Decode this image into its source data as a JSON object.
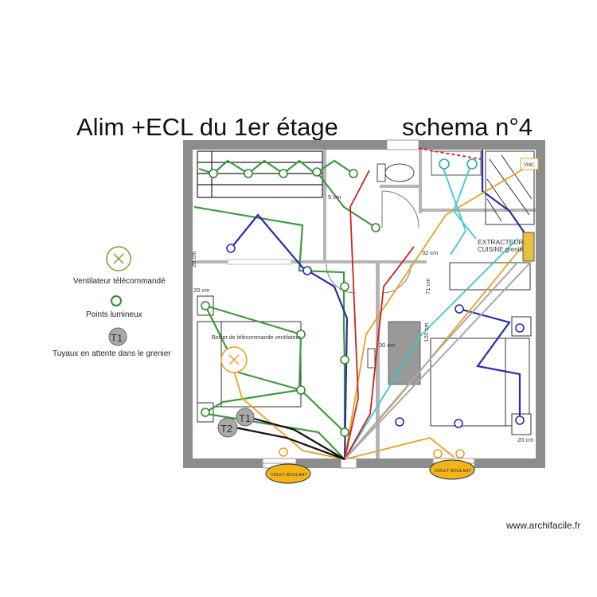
{
  "title": {
    "main": "Alim +ECL du 1er étage",
    "schema": "schema n°4"
  },
  "legend": {
    "fan_label": "Ventilateur télécommandé",
    "light_label": "Points lumineux",
    "pipe_symbol": "T1",
    "pipe_label": "Tuyaux en attente dans le grenier"
  },
  "rooms": {
    "extractor_line1": "EXTRACTEUR",
    "extractor_line2": "CUISINE grenier",
    "fan_box_label": "Boitier de télécommande ventilateur",
    "shutter_left": "VOLET ROULANT",
    "shutter_right": "VOLET ROULANT",
    "pipe_t1": "T1",
    "pipe_t2": "T2",
    "vmc_label": "VMC"
  },
  "dimensions": {
    "d_5cm": "5 cm",
    "d_20cm_left": "20 cm",
    "d_20cm_mid": "20 cm",
    "d_32cm": "32 cm",
    "d_71cm": "71 cm",
    "d_30cm": "30 cm",
    "d_120cm": "120 cm",
    "d_20cm_right": "20 cm"
  },
  "watermark": "www.archifacile.fr",
  "colors": {
    "wall": "#8c8c8c",
    "green_circuit": "#3d9a3d",
    "blue_circuit": "#2b2bb0",
    "orange_circuit": "#e8a020",
    "cyan_circuit": "#3cc8d0",
    "red_circuit": "#d02020",
    "grey_circuit": "#a8a8a8",
    "black_circuit": "#111111",
    "shutter_fill": "#f2b418"
  }
}
